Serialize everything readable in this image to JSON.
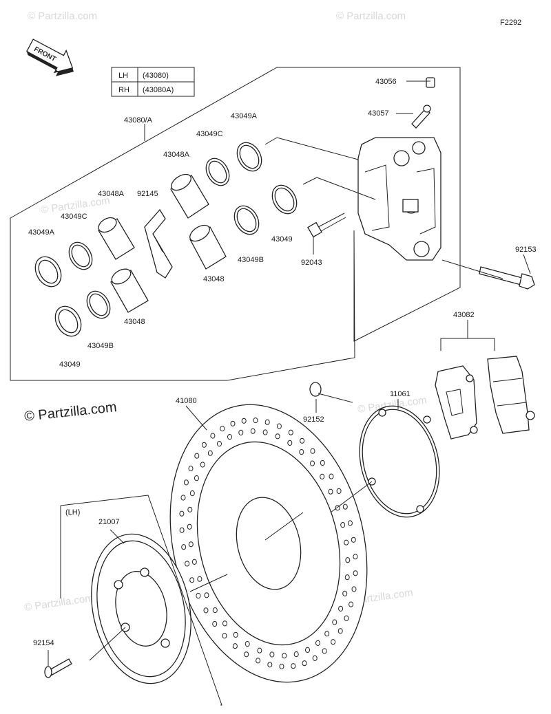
{
  "diagram_code": "F2292",
  "front_label": "FRONT",
  "watermark": "© Partzilla.com",
  "copyright": "© Partzilla.com",
  "legend": {
    "rows": [
      {
        "side": "LH",
        "part": "(43080)"
      },
      {
        "side": "RH",
        "part": "(43080A)"
      }
    ]
  },
  "lh_note": "(LH)",
  "parts": {
    "p43080": "43080/A",
    "p43049A_left": "43049A",
    "p43049C_left": "43049C",
    "p43048A_left": "43048A",
    "p92145": "92145",
    "p43048A_mid": "43048A",
    "p43049C_mid": "43049C",
    "p43049A_right": "43049A",
    "p43048_left": "43048",
    "p43049B_left": "43049B",
    "p43049_left": "43049",
    "p43048_mid": "43048",
    "p43049B_mid": "43049B",
    "p43049_mid": "43049",
    "p92043": "92043",
    "p43056": "43056",
    "p43057": "43057",
    "p92153": "92153",
    "p43082": "43082",
    "p92152": "92152",
    "p11061": "11061",
    "p41080": "41080",
    "p21007": "21007",
    "p92154": "92154"
  }
}
